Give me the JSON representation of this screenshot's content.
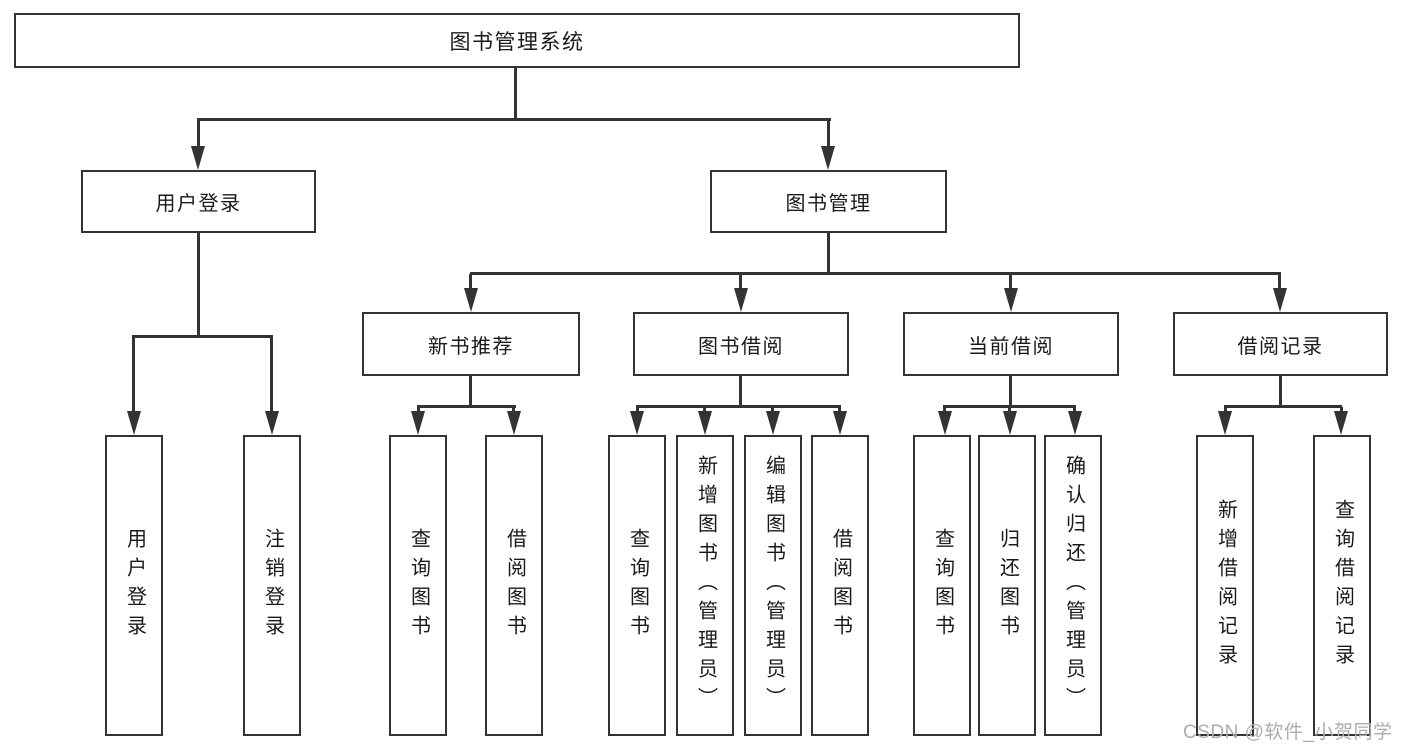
{
  "tree": {
    "root": {
      "label": "图书管理系统",
      "children": [
        {
          "label": "用户登录",
          "children": [
            {
              "label": "用户登录"
            },
            {
              "label": "注销登录"
            }
          ]
        },
        {
          "label": "图书管理",
          "children": [
            {
              "label": "新书推荐",
              "children": [
                {
                  "label": "查询图书"
                },
                {
                  "label": "借阅图书"
                }
              ]
            },
            {
              "label": "图书借阅",
              "children": [
                {
                  "label": "查询图书"
                },
                {
                  "label": "新增图书（管理员）"
                },
                {
                  "label": "编辑图书（管理员）"
                },
                {
                  "label": "借阅图书"
                }
              ]
            },
            {
              "label": "当前借阅",
              "children": [
                {
                  "label": "查询图书"
                },
                {
                  "label": "归还图书"
                },
                {
                  "label": "确认归还（管理员）"
                }
              ]
            },
            {
              "label": "借阅记录",
              "children": [
                {
                  "label": "新增借阅记录"
                },
                {
                  "label": "查询借阅记录"
                }
              ]
            }
          ]
        }
      ]
    }
  },
  "watermark": {
    "text": "CSDN @软件_小贺同学"
  },
  "colors": {
    "line": "#333333",
    "text": "#1a1a1a",
    "watermark_text": "#adadad",
    "background": "#ffffff"
  }
}
